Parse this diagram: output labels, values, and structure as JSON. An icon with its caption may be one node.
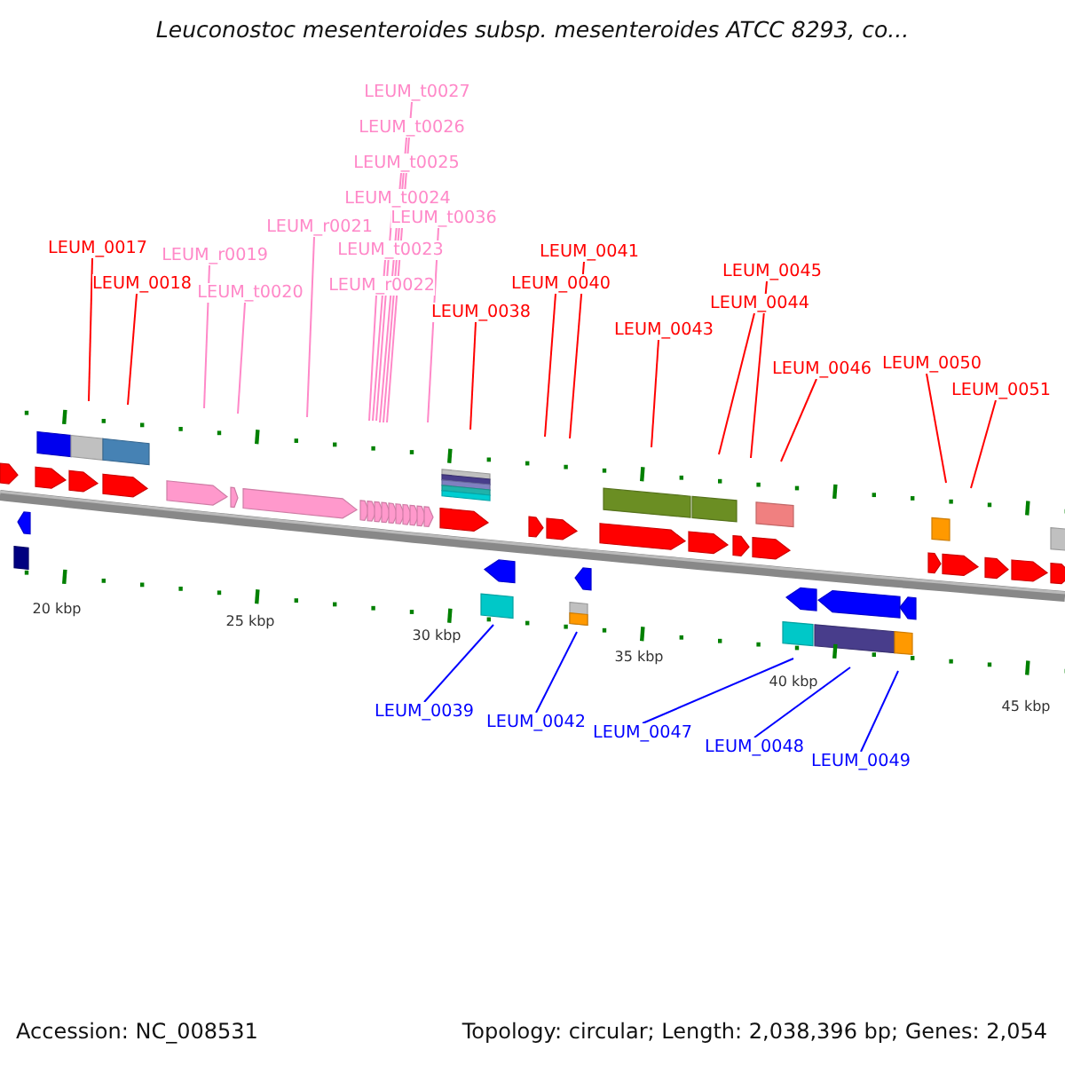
{
  "diagram": {
    "title": "Leuconostoc mesenteroides subsp. mesenteroides ATCC 8293, co...",
    "nodes": [
      {
        "text": [
          "LEUM_t0027"
        ]
      },
      {
        "text": [
          "LEUM_t0026"
        ]
      },
      {
        "text": [
          "LEUM_t0025"
        ]
      },
      {
        "text": [
          "LEUM_t0024"
        ]
      },
      {
        "text": [
          "LEUM_r0021"
        ]
      },
      {
        "text": [
          "LEUM_t0036"
        ]
      },
      {
        "text": [
          "LEUM_0017"
        ]
      },
      {
        "text": [
          "LEUM_t0023"
        ]
      },
      {
        "text": [
          "LEUM_r0019"
        ]
      },
      {
        "text": [
          "LEUM_0041"
        ]
      },
      {
        "text": [
          "LEUM_0045"
        ]
      },
      {
        "text": [
          "LEUM_0018"
        ]
      },
      {
        "text": [
          "LEUM_t0020"
        ]
      },
      {
        "text": [
          "LEUM_r0022"
        ]
      },
      {
        "text": [
          "LEUM_0040"
        ]
      },
      {
        "text": [
          "LEUM_0044"
        ]
      },
      {
        "text": [
          "LEUM_0038"
        ]
      },
      {
        "text": [
          "LEUM_0043"
        ]
      },
      {
        "text": [
          "LEUM_0050"
        ]
      },
      {
        "text": [
          "LEUM_0046"
        ]
      },
      {
        "text": [
          "LEUM_0051"
        ]
      },
      {
        "text": [
          "LEUM_0039"
        ]
      },
      {
        "text": [
          "LEUM_0042"
        ]
      },
      {
        "text": [
          "LEUM_0047"
        ]
      },
      {
        "text": [
          "LEUM_0048"
        ]
      },
      {
        "text": [
          "LEUM_0049"
        ]
      }
    ],
    "edges": [
      {
        "from": 0,
        "to": null,
        "arrow": "none",
        "color": "#ff88c8"
      },
      {
        "from": 1,
        "to": null,
        "arrow": "none",
        "color": "#ff88c8"
      },
      {
        "from": 2,
        "to": null,
        "arrow": "none",
        "color": "#ff88c8"
      },
      {
        "from": 3,
        "to": null,
        "arrow": "none",
        "color": "#ff88c8"
      },
      {
        "from": 4,
        "to": null,
        "arrow": "none",
        "color": "#ff88c8"
      },
      {
        "from": 5,
        "to": null,
        "arrow": "none",
        "color": "#ff88c8"
      },
      {
        "from": 6,
        "to": null,
        "arrow": "none"
      },
      {
        "from": 7,
        "to": null,
        "arrow": "none",
        "color": "#ff88c8"
      },
      {
        "from": 8,
        "to": null,
        "arrow": "none",
        "color": "#ff88c8"
      },
      {
        "from": 9,
        "to": null,
        "arrow": "none"
      },
      {
        "from": 10,
        "to": null,
        "arrow": "none"
      },
      {
        "from": 11,
        "to": null,
        "arrow": "none"
      },
      {
        "from": 12,
        "to": null,
        "arrow": "none",
        "color": "#ff88c8"
      },
      {
        "from": 13,
        "to": null,
        "arrow": "none",
        "color": "#ff88c8"
      },
      {
        "from": 14,
        "to": null,
        "arrow": "none"
      },
      {
        "from": 15,
        "to": null,
        "arrow": "none"
      },
      {
        "from": 16,
        "to": null,
        "arrow": "none"
      },
      {
        "from": 17,
        "to": null,
        "arrow": "none"
      },
      {
        "from": 18,
        "to": null,
        "arrow": "none"
      },
      {
        "from": 19,
        "to": null,
        "arrow": "none"
      },
      {
        "from": 20,
        "to": null,
        "arrow": "none"
      },
      {
        "from": 21,
        "to": null,
        "arrow": "none",
        "color": "#0000ff"
      },
      {
        "from": 22,
        "to": null,
        "arrow": "none",
        "color": "#0000ff"
      },
      {
        "from": 23,
        "to": null,
        "arrow": "none",
        "color": "#0000ff"
      },
      {
        "from": 24,
        "to": null,
        "arrow": "none",
        "color": "#0000ff"
      },
      {
        "from": 25,
        "to": null,
        "arrow": "none",
        "color": "#0000ff"
      }
    ],
    "labels": [
      "20 kbp",
      "25 kbp",
      "30 kbp",
      "35 kbp",
      "40 kbp",
      "45 kbp",
      "Accession: NC_008531",
      "Topology: circular; Length: 2,038,396 bp; Genes: 2,054"
    ]
  }
}
